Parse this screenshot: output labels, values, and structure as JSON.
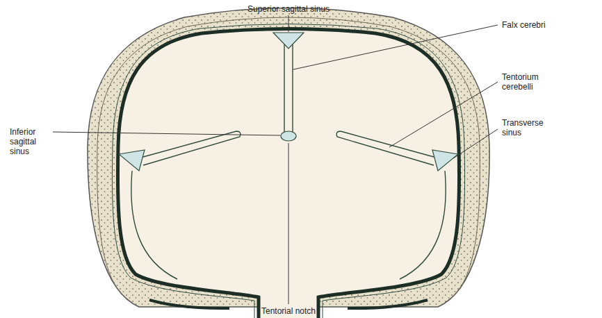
{
  "diagram": {
    "labels": [
      "Superior sagittal sinus",
      "Falx cerebri",
      "Inferior sagittal sinus",
      "Tentorium cerebelli",
      "Transverse sinus",
      "Tentorial notch"
    ]
  }
}
